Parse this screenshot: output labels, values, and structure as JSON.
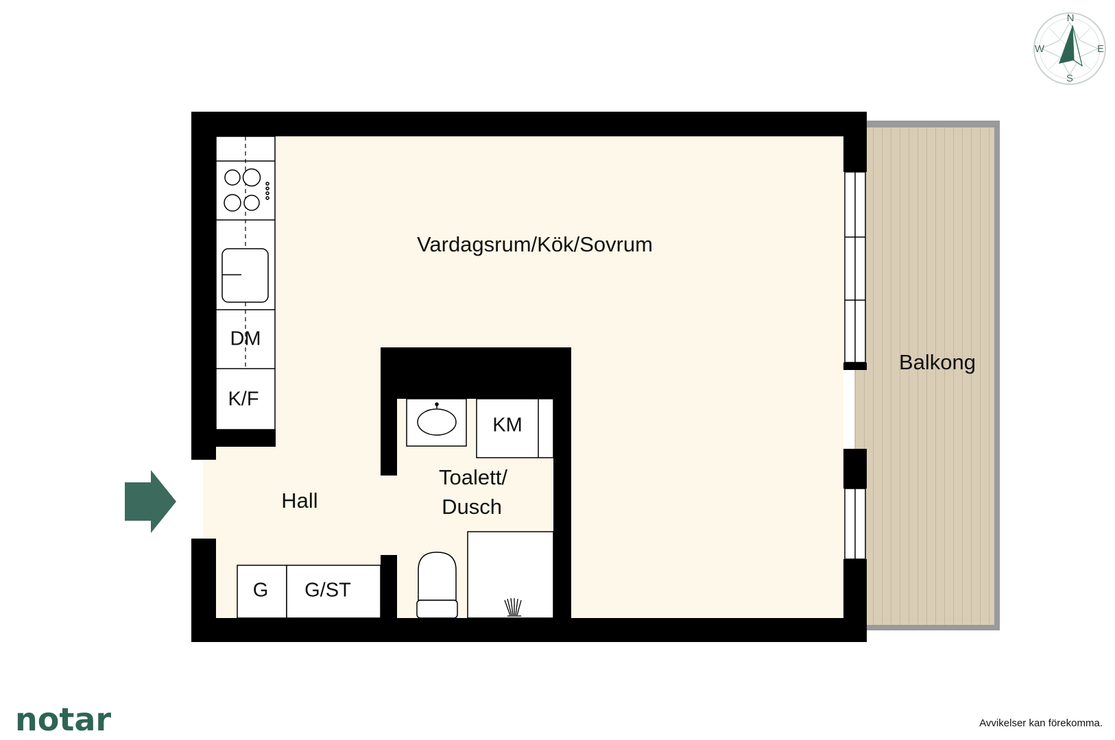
{
  "rooms": {
    "living": "Vardagsrum/Kök/Sovrum",
    "balcony": "Balkong",
    "hall": "Hall",
    "bath_line1": "Toalett/",
    "bath_line2": "Dusch"
  },
  "fixtures": {
    "dishwasher": "DM",
    "fridge_freezer": "K/F",
    "washing_machine": "KM",
    "wardrobe": "G",
    "wardrobe_storage": "G/ST"
  },
  "compass": {
    "north": "N",
    "south": "S",
    "east": "E",
    "west": "W"
  },
  "brand": {
    "logo": "notar"
  },
  "footer": {
    "disclaimer": "Avvikelser kan förekomma."
  },
  "colors": {
    "floor": "#fdf8e9",
    "wall": "#000000",
    "balcony": "#d9cdb6",
    "balcony_frame": "#9a9a9a",
    "accent": "#3c6a5c"
  }
}
